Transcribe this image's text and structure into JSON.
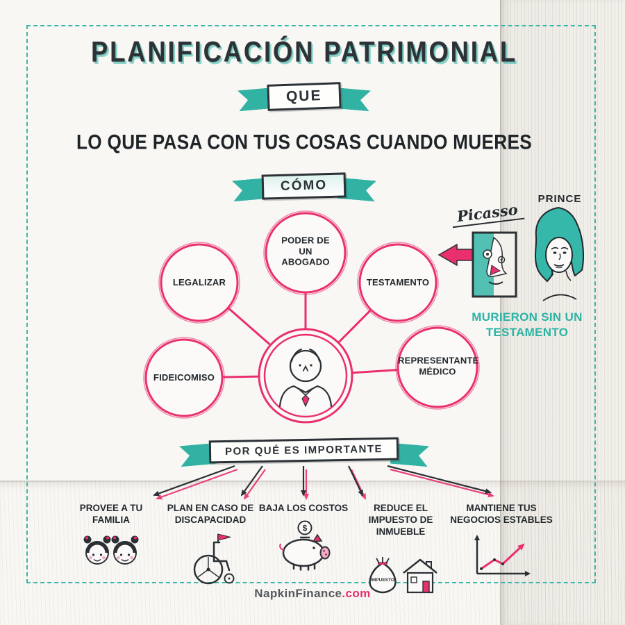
{
  "colors": {
    "teal": "#31b2a3",
    "pink": "#ea2f6e",
    "ink": "#2b3035",
    "napkin": "#f8f7f4"
  },
  "header": {
    "title": "PLANIFICACIÓN PATRIMONIAL"
  },
  "que": {
    "ribbon": "QUE",
    "statement": "LO QUE PASA CON TUS COSAS CUANDO MUERES"
  },
  "como": {
    "ribbon": "CÓMO",
    "center_icon": "person-icon",
    "nodes": [
      {
        "label": "LEGALIZAR"
      },
      {
        "label": "PODER DE UN ABOGADO"
      },
      {
        "label": "TESTAMENTO"
      },
      {
        "label": "FIDEICOMISO"
      },
      {
        "label": "REPRESENTANTE MÉDICO"
      }
    ],
    "aside": {
      "picasso_signature": "Picasso",
      "picasso_icon": "picasso-portrait-icon",
      "prince_label": "PRINCE",
      "prince_icon": "prince-portrait-icon",
      "caption": "MURIERON SIN UN TESTAMENTO"
    }
  },
  "why": {
    "ribbon": "POR QUÉ ES IMPORTANTE",
    "items": [
      {
        "label": "PROVEE A TU FAMILIA",
        "icon": "family-icon"
      },
      {
        "label": "PLAN EN CASO DE DISCAPACIDAD",
        "icon": "wheelchair-icon"
      },
      {
        "label": "BAJA LOS COSTOS",
        "icon": "piggy-bank-icon",
        "coin_symbol": "$"
      },
      {
        "label": "REDUCE EL IMPUESTO DE INMUEBLE",
        "icon": "money-bag-house-icon",
        "bag_label": "IMPUESTO"
      },
      {
        "label": "MANTIENE TUS NEGOCIOS ESTABLES",
        "icon": "growth-chart-icon"
      }
    ]
  },
  "footer": {
    "brand": "NapkinFinance",
    "suffix": ".com"
  }
}
